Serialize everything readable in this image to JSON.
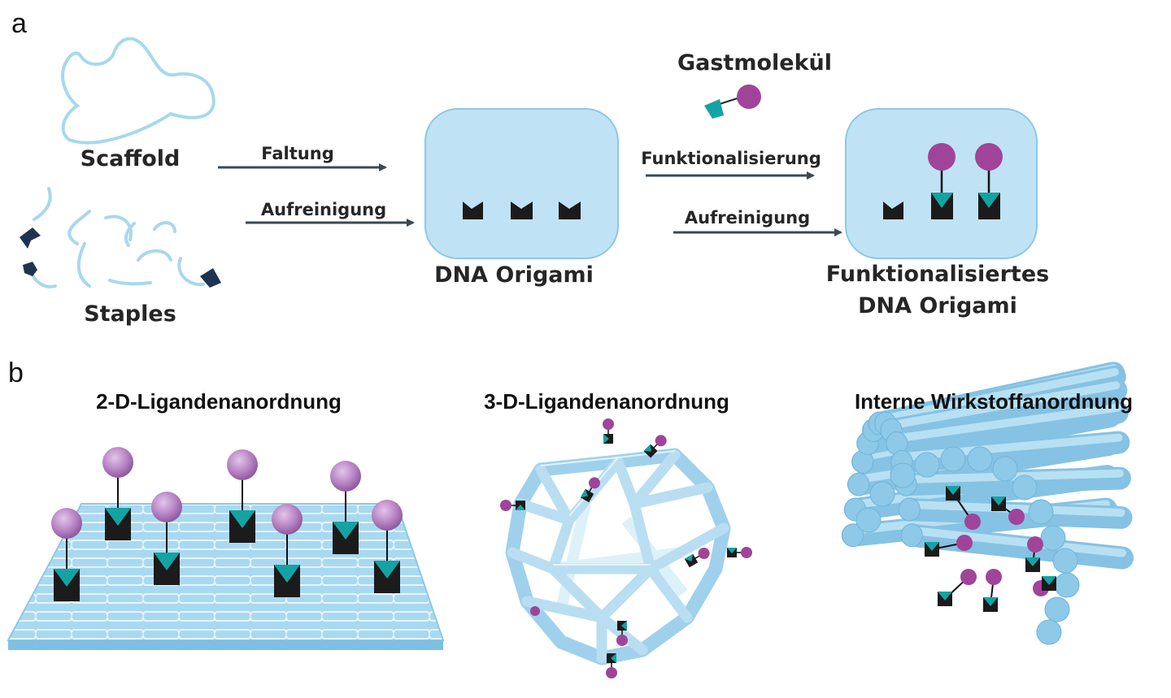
{
  "panel_a": {
    "label": "a",
    "scaffold": "Scaffold",
    "staples": "Staples",
    "arrow_folding": "Faltung",
    "arrow_purification_1": "Aufreinigung",
    "dna_origami": "DNA Origami",
    "guest_molecule": "Gastmolekül",
    "arrow_functionalization": "Funktionalisierung",
    "arrow_purification_2": "Aufreinigung",
    "functionalized_line1": "Funktionalisiertes",
    "functionalized_line2": "DNA Origami"
  },
  "panel_b": {
    "label": "b",
    "title_2d": "2-D-Ligandenanordnung",
    "title_3d": "3-D-Ligandenanordnung",
    "title_internal": "Interne Wirkstoffanordnung"
  },
  "colors": {
    "strand": "#a8d8ee",
    "origami_fill": "#bfe3f4",
    "origami_stroke": "#8cc8e6",
    "arrow": "#3a4a55",
    "ligand_ball": "#a0449a",
    "ligand_ball_3d": "#b77fc0",
    "teal": "#14a3a3",
    "dark": "#1b1b1b",
    "navy_staple": "#1f3450"
  }
}
